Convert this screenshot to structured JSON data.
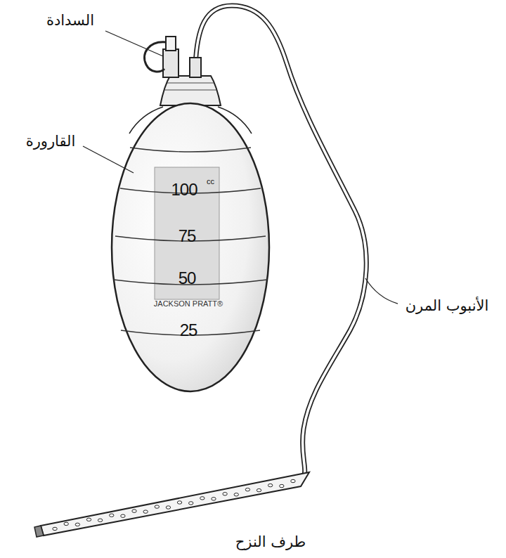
{
  "diagram": {
    "labels": [
      "السدادة",
      "القارورة",
      "الأنبوب المرن",
      "طرف النزح",
      "100",
      "cc",
      "75",
      "50",
      "JACKSON PRATT®",
      "25"
    ]
  }
}
